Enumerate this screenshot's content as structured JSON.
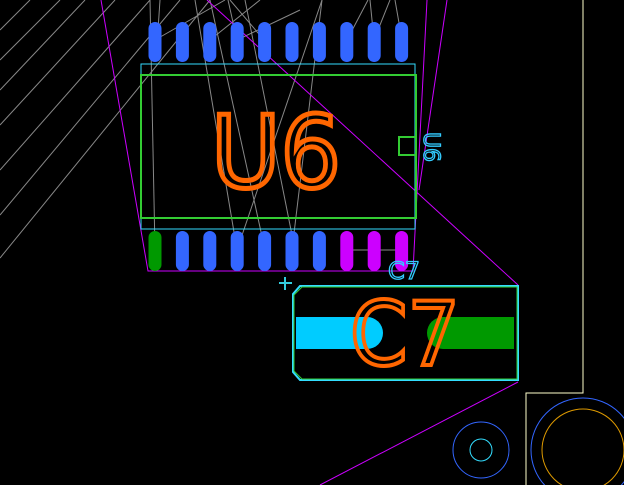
{
  "components": [
    {
      "designator": "U6",
      "type": "ic-soic-20",
      "top_pads": 10,
      "bottom_pads": 10
    },
    {
      "designator": "C7",
      "type": "capacitor-2-pad"
    }
  ],
  "colors": {
    "background": "#000000",
    "top_pad": "#3366ff",
    "pin1_pad": "#009900",
    "net_pad": "#cc00ff",
    "silkscreen": "#33cc33",
    "courtyard": "#33ddff",
    "designator_large": "#ff6600",
    "designator_small": "#33ccff",
    "ratsnest": "#888888",
    "keepout": "#cc00ff",
    "board_edge": "#ffffcc",
    "via_ring": "#3366ff",
    "drill": "#33ddff",
    "hole_ring": "#dd9900"
  }
}
